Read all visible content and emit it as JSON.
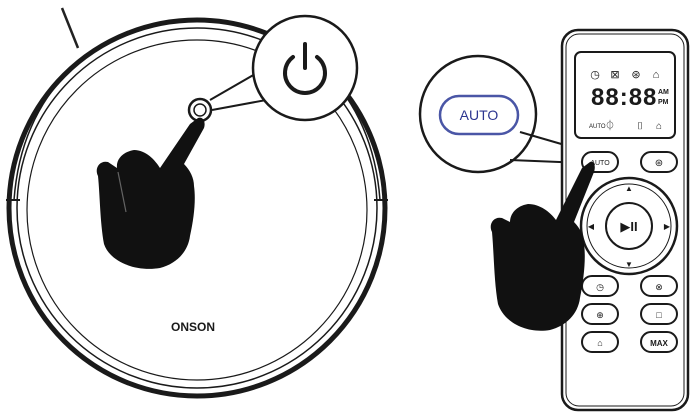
{
  "robot": {
    "brand_label": "ONSON",
    "power_icon": "power-icon"
  },
  "callouts": {
    "auto_label": "AUTO"
  },
  "remote": {
    "display_digits": "88:88",
    "display_am": "AM",
    "display_pm": "PM",
    "display_auto": "AUTO",
    "auto_button_label": "AUTO",
    "play_pause_label": "▶II",
    "up_label": "▲",
    "down_label": "▼",
    "left_label": "◀",
    "right_label": "▶",
    "max_button_label": "MAX",
    "icons": [
      "clock-icon",
      "fan-icon",
      "spot-icon",
      "home-icon",
      "schedule-icon",
      "spiral-icon",
      "edge-icon",
      "dock-icon"
    ]
  }
}
